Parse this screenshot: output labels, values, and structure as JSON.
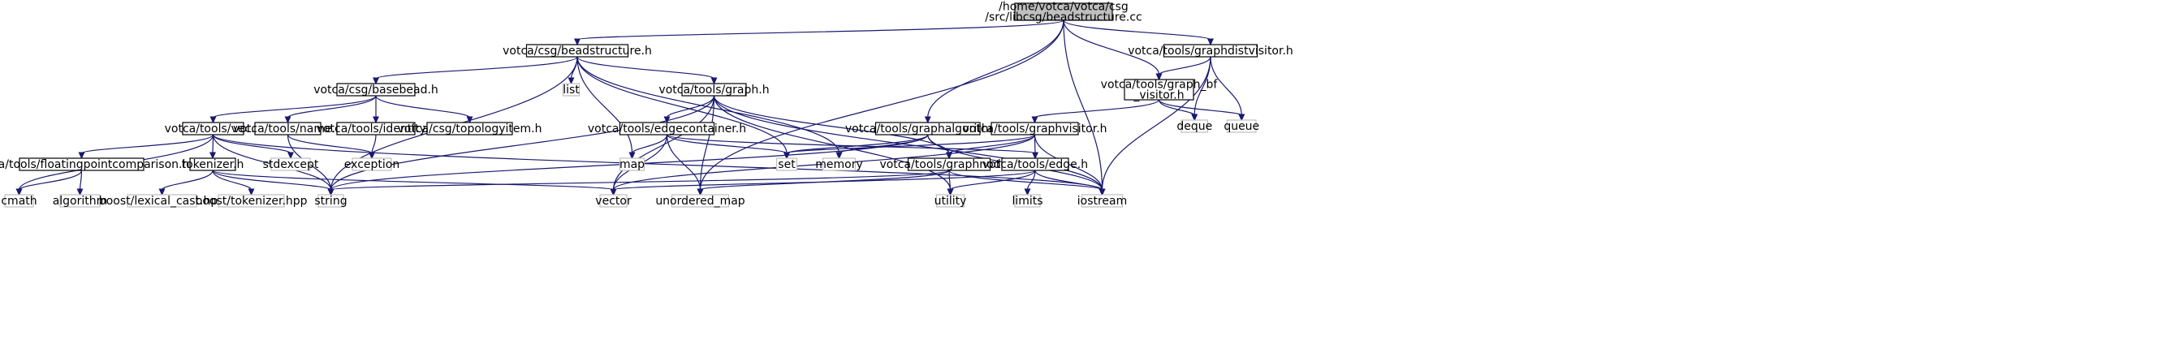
{
  "colors": {
    "edge": "#191970",
    "root_fill": "#bfbfbf",
    "root_stroke": "#000000",
    "internal_fill": "#ffffff",
    "internal_stroke": "#000000",
    "external_fill": "#ffffff",
    "external_stroke": "#bfbfbf"
  },
  "nodes": [
    {
      "id": "root",
      "kind": "root",
      "lines": [
        "/home/votca/votca/csg",
        "/src/libcsg/beadstructure.cc"
      ]
    },
    {
      "id": "beadstructure_h",
      "kind": "internal",
      "lines": [
        "votca/csg/beadstructure.h"
      ]
    },
    {
      "id": "graphdistvisitor_h",
      "kind": "internal",
      "lines": [
        "votca/tools/graphdistvisitor.h"
      ]
    },
    {
      "id": "basebead_h",
      "kind": "internal",
      "lines": [
        "votca/csg/basebead.h"
      ]
    },
    {
      "id": "list",
      "kind": "external",
      "lines": [
        "list"
      ]
    },
    {
      "id": "graph_h",
      "kind": "internal",
      "lines": [
        "votca/tools/graph.h"
      ]
    },
    {
      "id": "graph_bf_visitor_h",
      "kind": "internal",
      "lines": [
        "votca/tools/graph_bf",
        "_visitor.h"
      ]
    },
    {
      "id": "deque",
      "kind": "external",
      "lines": [
        "deque"
      ]
    },
    {
      "id": "queue",
      "kind": "external",
      "lines": [
        "queue"
      ]
    },
    {
      "id": "vec_h",
      "kind": "internal",
      "lines": [
        "votca/tools/vec.h"
      ]
    },
    {
      "id": "name_h",
      "kind": "internal",
      "lines": [
        "votca/tools/name.h"
      ]
    },
    {
      "id": "identity_h",
      "kind": "internal",
      "lines": [
        "votca/tools/identity.h"
      ]
    },
    {
      "id": "topologyitem_h",
      "kind": "internal",
      "lines": [
        "votca/csg/topologyitem.h"
      ]
    },
    {
      "id": "edgecontainer_h",
      "kind": "internal",
      "lines": [
        "votca/tools/edgecontainer.h"
      ]
    },
    {
      "id": "graphalgorithm_h",
      "kind": "internal",
      "lines": [
        "votca/tools/graphalgorithm.h"
      ]
    },
    {
      "id": "graphvisitor_h",
      "kind": "internal",
      "lines": [
        "votca/tools/graphvisitor.h"
      ]
    },
    {
      "id": "floatingpointcomparison_h",
      "kind": "internal",
      "lines": [
        "votca/tools/floatingpointcomparison.h"
      ]
    },
    {
      "id": "tokenizer_h",
      "kind": "internal",
      "lines": [
        "tokenizer.h"
      ]
    },
    {
      "id": "stdexcept",
      "kind": "external",
      "lines": [
        "stdexcept"
      ]
    },
    {
      "id": "exception",
      "kind": "external",
      "lines": [
        "exception"
      ]
    },
    {
      "id": "map",
      "kind": "external",
      "lines": [
        "map"
      ]
    },
    {
      "id": "set",
      "kind": "external",
      "lines": [
        "set"
      ]
    },
    {
      "id": "memory",
      "kind": "external",
      "lines": [
        "memory"
      ]
    },
    {
      "id": "graphnode_h",
      "kind": "internal",
      "lines": [
        "votca/tools/graphnode.h"
      ]
    },
    {
      "id": "edge_h",
      "kind": "internal",
      "lines": [
        "votca/tools/edge.h"
      ]
    },
    {
      "id": "cmath",
      "kind": "external",
      "lines": [
        "cmath"
      ]
    },
    {
      "id": "algorithm",
      "kind": "external",
      "lines": [
        "algorithm"
      ]
    },
    {
      "id": "lexical_cast",
      "kind": "external",
      "lines": [
        "boost/lexical_cast.hpp"
      ]
    },
    {
      "id": "boost_tokenizer",
      "kind": "external",
      "lines": [
        "boost/tokenizer.hpp"
      ]
    },
    {
      "id": "string",
      "kind": "external",
      "lines": [
        "string"
      ]
    },
    {
      "id": "vector",
      "kind": "external",
      "lines": [
        "vector"
      ]
    },
    {
      "id": "unordered_map",
      "kind": "external",
      "lines": [
        "unordered_map"
      ]
    },
    {
      "id": "utility",
      "kind": "external",
      "lines": [
        "utility"
      ]
    },
    {
      "id": "limits",
      "kind": "external",
      "lines": [
        "limits"
      ]
    },
    {
      "id": "iostream",
      "kind": "external",
      "lines": [
        "iostream"
      ]
    }
  ],
  "edges": [
    [
      "root",
      "beadstructure_h"
    ],
    [
      "root",
      "graphdistvisitor_h"
    ],
    [
      "root",
      "graph_bf_visitor_h"
    ],
    [
      "root",
      "iostream"
    ],
    [
      "root",
      "graphalgorithm_h"
    ],
    [
      "root",
      "unordered_map"
    ],
    [
      "beadstructure_h",
      "basebead_h"
    ],
    [
      "beadstructure_h",
      "list"
    ],
    [
      "beadstructure_h",
      "graph_h"
    ],
    [
      "beadstructure_h",
      "map"
    ],
    [
      "beadstructure_h",
      "set"
    ],
    [
      "beadstructure_h",
      "memory"
    ],
    [
      "beadstructure_h",
      "string"
    ],
    [
      "basebead_h",
      "vec_h"
    ],
    [
      "basebead_h",
      "name_h"
    ],
    [
      "basebead_h",
      "identity_h"
    ],
    [
      "basebead_h",
      "topologyitem_h"
    ],
    [
      "vec_h",
      "cmath"
    ],
    [
      "vec_h",
      "floatingpointcomparison_h"
    ],
    [
      "vec_h",
      "tokenizer_h"
    ],
    [
      "vec_h",
      "stdexcept"
    ],
    [
      "vec_h",
      "string"
    ],
    [
      "vec_h",
      "iostream"
    ],
    [
      "floatingpointcomparison_h",
      "cmath"
    ],
    [
      "floatingpointcomparison_h",
      "algorithm"
    ],
    [
      "tokenizer_h",
      "lexical_cast"
    ],
    [
      "tokenizer_h",
      "boost_tokenizer"
    ],
    [
      "tokenizer_h",
      "string"
    ],
    [
      "tokenizer_h",
      "vector"
    ],
    [
      "name_h",
      "exception"
    ],
    [
      "name_h",
      "string"
    ],
    [
      "identity_h",
      "exception"
    ],
    [
      "graph_h",
      "edgecontainer_h"
    ],
    [
      "graph_h",
      "graphnode_h"
    ],
    [
      "graph_h",
      "iostream"
    ],
    [
      "graph_h",
      "string"
    ],
    [
      "graph_h",
      "unordered_map"
    ],
    [
      "graph_h",
      "utility"
    ],
    [
      "graph_h",
      "vector"
    ],
    [
      "edgecontainer_h",
      "map"
    ],
    [
      "edgecontainer_h",
      "set"
    ],
    [
      "edgecontainer_h",
      "edge_h"
    ],
    [
      "edgecontainer_h",
      "vector"
    ],
    [
      "edgecontainer_h",
      "unordered_map"
    ],
    [
      "graphalgorithm_h",
      "graphnode_h"
    ],
    [
      "graphalgorithm_h",
      "memory"
    ],
    [
      "graphalgorithm_h",
      "iostream"
    ],
    [
      "graphalgorithm_h",
      "string"
    ],
    [
      "graphalgorithm_h",
      "set"
    ],
    [
      "graphdistvisitor_h",
      "graph_bf_visitor_h"
    ],
    [
      "graphdistvisitor_h",
      "deque"
    ],
    [
      "graphdistvisitor_h",
      "queue"
    ],
    [
      "graphdistvisitor_h",
      "iostream"
    ],
    [
      "graph_bf_visitor_h",
      "graphvisitor_h"
    ],
    [
      "graph_bf_visitor_h",
      "deque"
    ],
    [
      "graph_bf_visitor_h",
      "queue"
    ],
    [
      "graphvisitor_h",
      "edge_h"
    ],
    [
      "graphvisitor_h",
      "graphnode_h"
    ],
    [
      "graphvisitor_h",
      "iostream"
    ],
    [
      "graphvisitor_h",
      "set"
    ],
    [
      "graphvisitor_h",
      "vector"
    ],
    [
      "graphnode_h",
      "string"
    ],
    [
      "graphnode_h",
      "unordered_map"
    ],
    [
      "graphnode_h",
      "iostream"
    ],
    [
      "graphnode_h",
      "utility"
    ],
    [
      "edge_h",
      "iostream"
    ],
    [
      "edge_h",
      "limits"
    ],
    [
      "edge_h",
      "utility"
    ],
    [
      "edge_h",
      "vector"
    ]
  ]
}
